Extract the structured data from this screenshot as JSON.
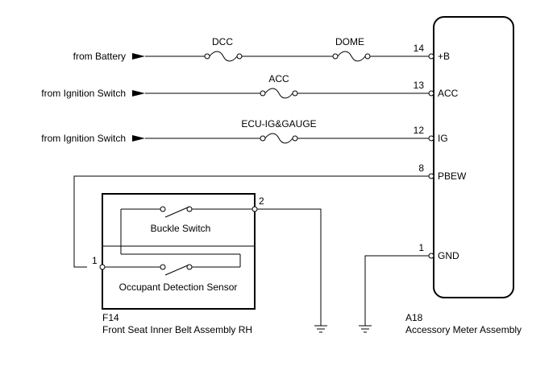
{
  "sources": {
    "battery": "from Battery",
    "ignition_1": "from Ignition Switch",
    "ignition_2": "from Ignition Switch"
  },
  "fuses": {
    "dcc": "DCC",
    "dome": "DOME",
    "acc": "ACC",
    "ecu_ig": "ECU-IG&GAUGE"
  },
  "meter": {
    "connector": "A18",
    "name": "Accessory Meter Assembly",
    "pins": [
      {
        "num": "14",
        "label": "+B"
      },
      {
        "num": "13",
        "label": "ACC"
      },
      {
        "num": "12",
        "label": "IG"
      },
      {
        "num": "8",
        "label": "PBEW"
      },
      {
        "num": "1",
        "label": "GND"
      }
    ]
  },
  "belt": {
    "connector": "F14",
    "name": "Front Seat Inner Belt Assembly RH",
    "buckle_switch": "Buckle Switch",
    "occupant_sensor": "Occupant Detection Sensor",
    "pin_1": "1",
    "pin_2": "2"
  }
}
